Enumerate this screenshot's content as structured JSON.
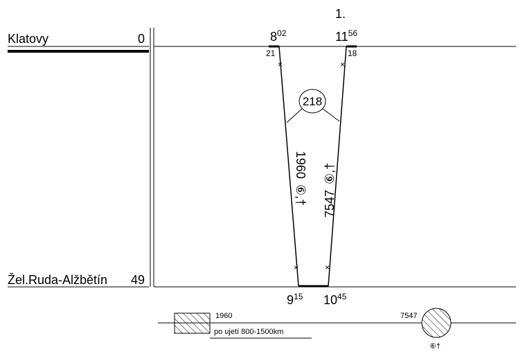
{
  "header": {
    "column_number": "1."
  },
  "stations": [
    {
      "name": "Klatovy",
      "km": "0"
    },
    {
      "name": "Žel.Ruda-Alžbětín",
      "km": "49"
    }
  ],
  "trains": [
    {
      "number": "1960",
      "symbols": "⑥,†",
      "dep_hour": "8",
      "dep_min": "02",
      "arr_hour": "9",
      "arr_min": "15",
      "platform": "21"
    },
    {
      "number": "7547",
      "symbols": "⑥,†",
      "dep_hour": "11",
      "dep_min": "56",
      "arr_hour": "10",
      "arr_min": "45",
      "platform": "18"
    }
  ],
  "circulation": {
    "number": "218"
  },
  "legend": {
    "left_number": "1960",
    "left_note": "po ujetí 800-1500km",
    "right_number": "7547",
    "right_symbol": "⑥†"
  }
}
